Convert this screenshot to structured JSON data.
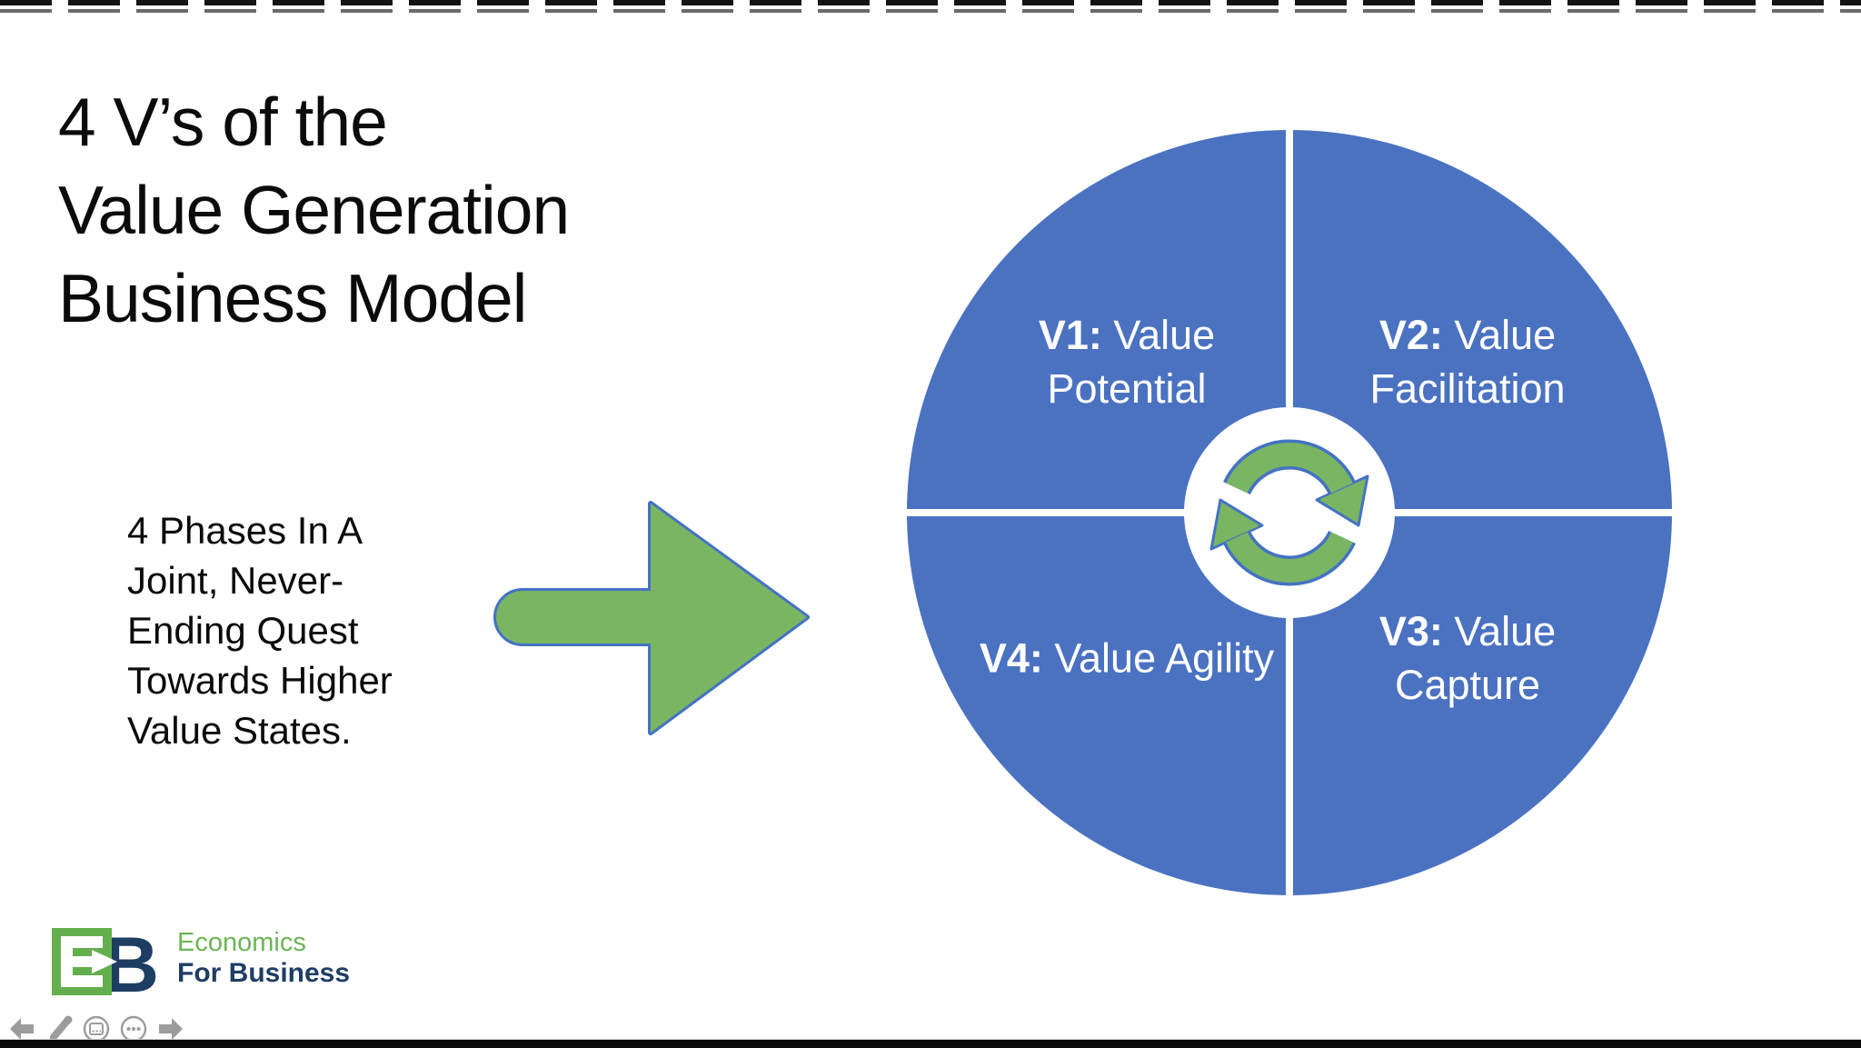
{
  "slide": {
    "title": "4 V’s of the\nValue Generation\nBusiness Model",
    "description": "4 Phases In A\nJoint, Never-\nEnding Quest\nTowards Higher\nValue States."
  },
  "diagram": {
    "quadrants": [
      {
        "prefix": "V1:",
        "label": "Value Potential",
        "position": "top-left"
      },
      {
        "prefix": "V2:",
        "label": "Value Facilitation",
        "position": "top-right"
      },
      {
        "prefix": "V3:",
        "label": "Value Capture",
        "position": "bottom-right"
      },
      {
        "prefix": "V4:",
        "label": "Value Agility",
        "position": "bottom-left"
      }
    ],
    "center_icon": "cycle-arrows-icon",
    "colors": {
      "circle_blue": "#4B72C1",
      "divider_white": "#FFFFFF",
      "sync_green": "#79B563",
      "sync_outline": "#4472C4"
    }
  },
  "arrow": {
    "direction": "right",
    "fill": "#79B563",
    "outline": "#4472C4"
  },
  "logo": {
    "mark_b": "B",
    "line1": "Economics",
    "line2": "For Business",
    "green": "#64AF4D",
    "navy": "#1E3D63"
  },
  "toolbar": {
    "icons": [
      "previous-slide-arrow",
      "pen",
      "slide-view",
      "more-options",
      "next-slide-arrow"
    ],
    "color": "#9C9C9C"
  }
}
